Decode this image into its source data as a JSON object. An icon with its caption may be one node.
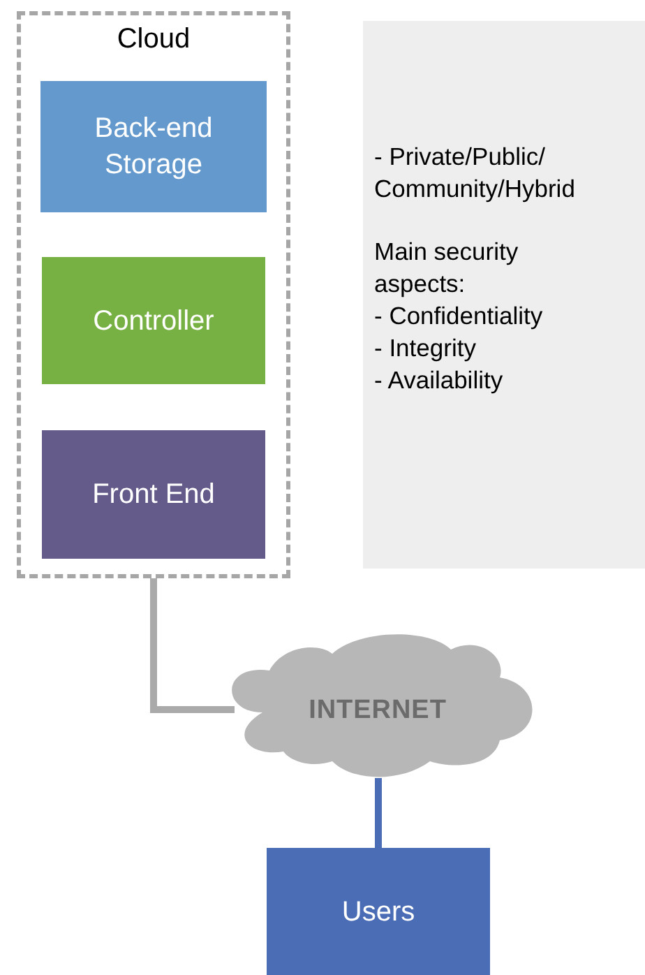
{
  "diagram": {
    "nodes": [
      {
        "text": [
          "Cloud"
        ]
      },
      {
        "text": [
          "Back-end Storage"
        ],
        "in": 0
      },
      {
        "text": [
          "Controller"
        ],
        "in": 0
      },
      {
        "text": [
          "Front End"
        ],
        "in": 0
      },
      {
        "text": [
          "- Private/Public/ Community/Hybrid",
          "Main security aspects:",
          "- Confidentiality",
          "- Integrity",
          "- Availability"
        ]
      },
      {
        "text": [
          "INTERNET"
        ]
      },
      {
        "text": [
          "Users"
        ]
      }
    ],
    "edges": [
      {
        "from": 0,
        "to": 5,
        "arrow": "none",
        "color": "#aaaaaa"
      },
      {
        "from": 5,
        "to": 6,
        "arrow": "none",
        "color": "#4a6db5"
      }
    ]
  }
}
